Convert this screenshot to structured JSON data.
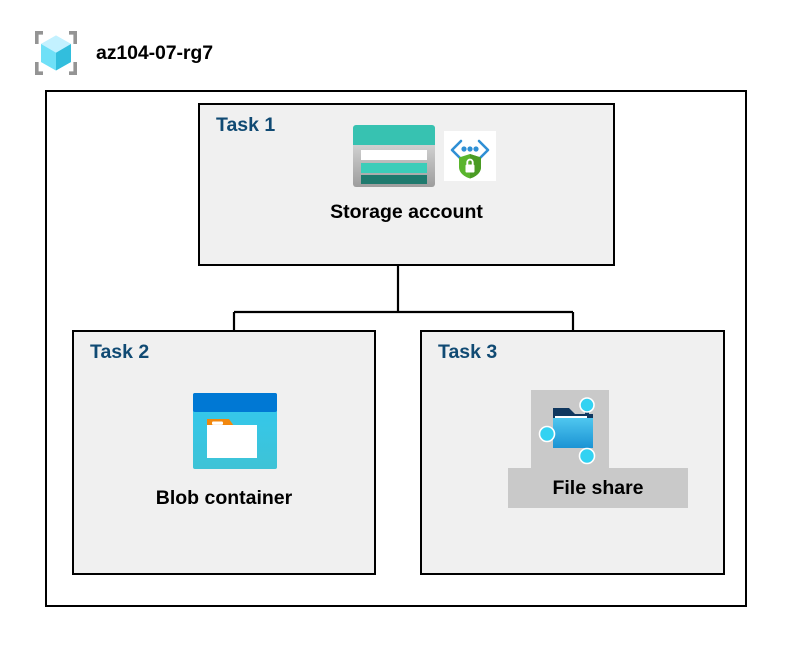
{
  "header": {
    "title": "az104-07-rg7",
    "icon": "resource-group-icon"
  },
  "colors": {
    "task_label": "#104a73",
    "box_border": "#000000",
    "box_fill": "#f0f0f0",
    "outer_fill": "#ffffff",
    "page_background": "#ffffff",
    "storage_teal": "#37c2b1",
    "storage_teal_dark": "#1f7a6e",
    "blob_blue": "#0078d4",
    "blob_cyan": "#32c8e8",
    "blob_orange": "#f2870d",
    "shield_green": "#5ab52d",
    "bracket_blue": "#0f6cbd",
    "fileshare_plate": "#c9c9c9",
    "rg_cube_cyan": "#50e6ff",
    "rg_bracket_grey": "#949494"
  },
  "diagram": {
    "type": "architecture-hierarchy",
    "container_label": "az104-07-rg7",
    "nodes": [
      {
        "id": "task1",
        "task_label": "Task 1",
        "caption": "Storage account",
        "icons": [
          "storage-account-icon",
          "secure-endpoint-shield-icon"
        ]
      },
      {
        "id": "task2",
        "task_label": "Task 2",
        "caption": "Blob container",
        "icons": [
          "blob-container-icon"
        ]
      },
      {
        "id": "task3",
        "task_label": "Task 3",
        "caption": "File share",
        "icons": [
          "file-share-icon"
        ]
      }
    ],
    "edges": [
      {
        "from": "task1",
        "to": "task2"
      },
      {
        "from": "task1",
        "to": "task3"
      }
    ]
  }
}
